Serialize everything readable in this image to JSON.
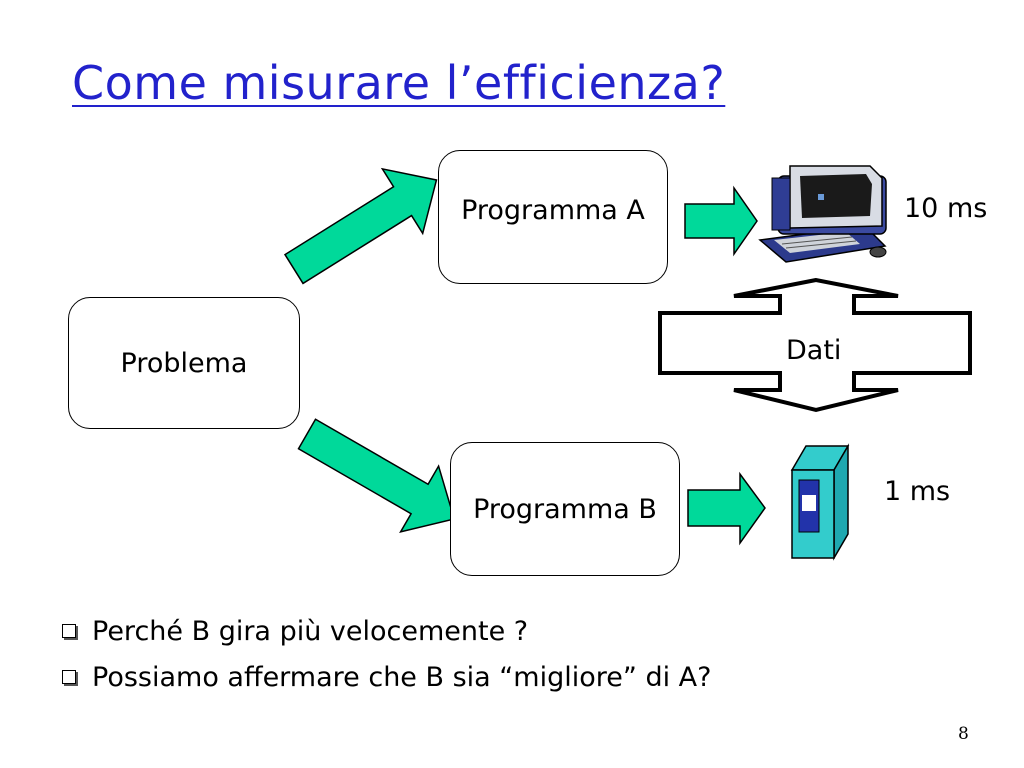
{
  "slide": {
    "title": "Come misurare l’efficienza?",
    "page_number": "8"
  },
  "diagram": {
    "problem_box": "Problema",
    "program_a": "Programma A",
    "program_b": "Programma B",
    "time_a": "10 ms",
    "time_b": "1 ms",
    "data_label": "Dati",
    "computer_icon": "desktop-computer-icon",
    "device_icon": "server-box-icon",
    "colors": {
      "arrow_fill": "#00d99a",
      "device_fill": "#33cccc",
      "device_panel": "#2233aa",
      "title": "#2222cc"
    }
  },
  "bullets": [
    "Perché B gira più velocemente ?",
    "Possiamo affermare che B sia “migliore” di A?"
  ]
}
